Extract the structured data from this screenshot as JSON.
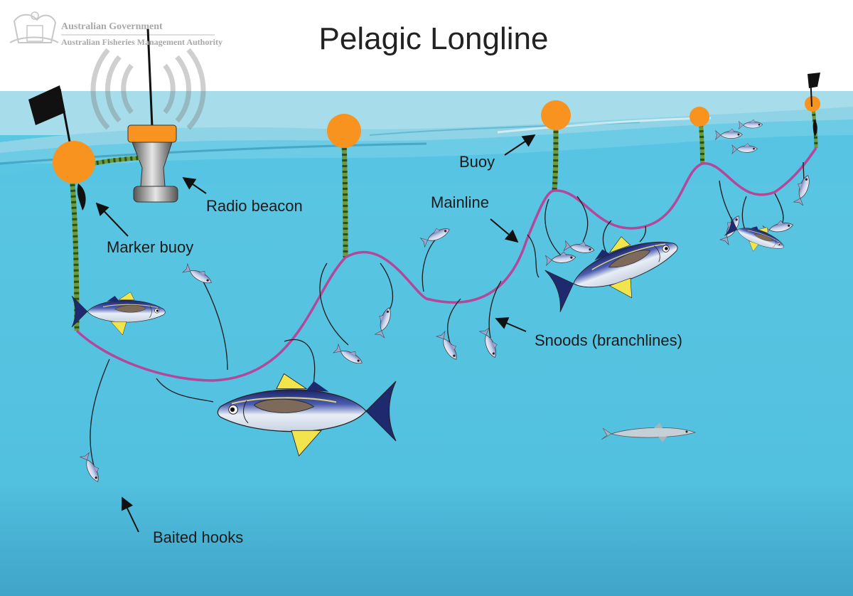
{
  "header": {
    "gov_line1": "Australian Government",
    "gov_line2": "Australian Fisheries Management Authority"
  },
  "title": "Pelagic Longline",
  "labels": {
    "radio_beacon": "Radio beacon",
    "marker_buoy": "Marker buoy",
    "buoy": "Buoy",
    "mainline": "Mainline",
    "snoods": "Snoods (branchlines)",
    "baited_hooks": "Baited hooks"
  },
  "colors": {
    "sky": "#ffffff",
    "surface_band": "#a7dcea",
    "ocean": "#56c4e2",
    "ocean_deep": "#4aaed0",
    "buoy": "#f7931e",
    "mainline": "#b4479a",
    "rope": "#6a9a3a",
    "flag": "#111111",
    "tuna_back": "#1f2a6e",
    "tuna_fin": "#f2e44c"
  },
  "icons": {
    "logo": "australian-coat-of-arms-icon",
    "beacon": "radio-beacon-icon",
    "arrow": "arrow-icon",
    "fish": "fish-icon",
    "tuna": "tuna-icon",
    "shark": "shark-icon"
  }
}
